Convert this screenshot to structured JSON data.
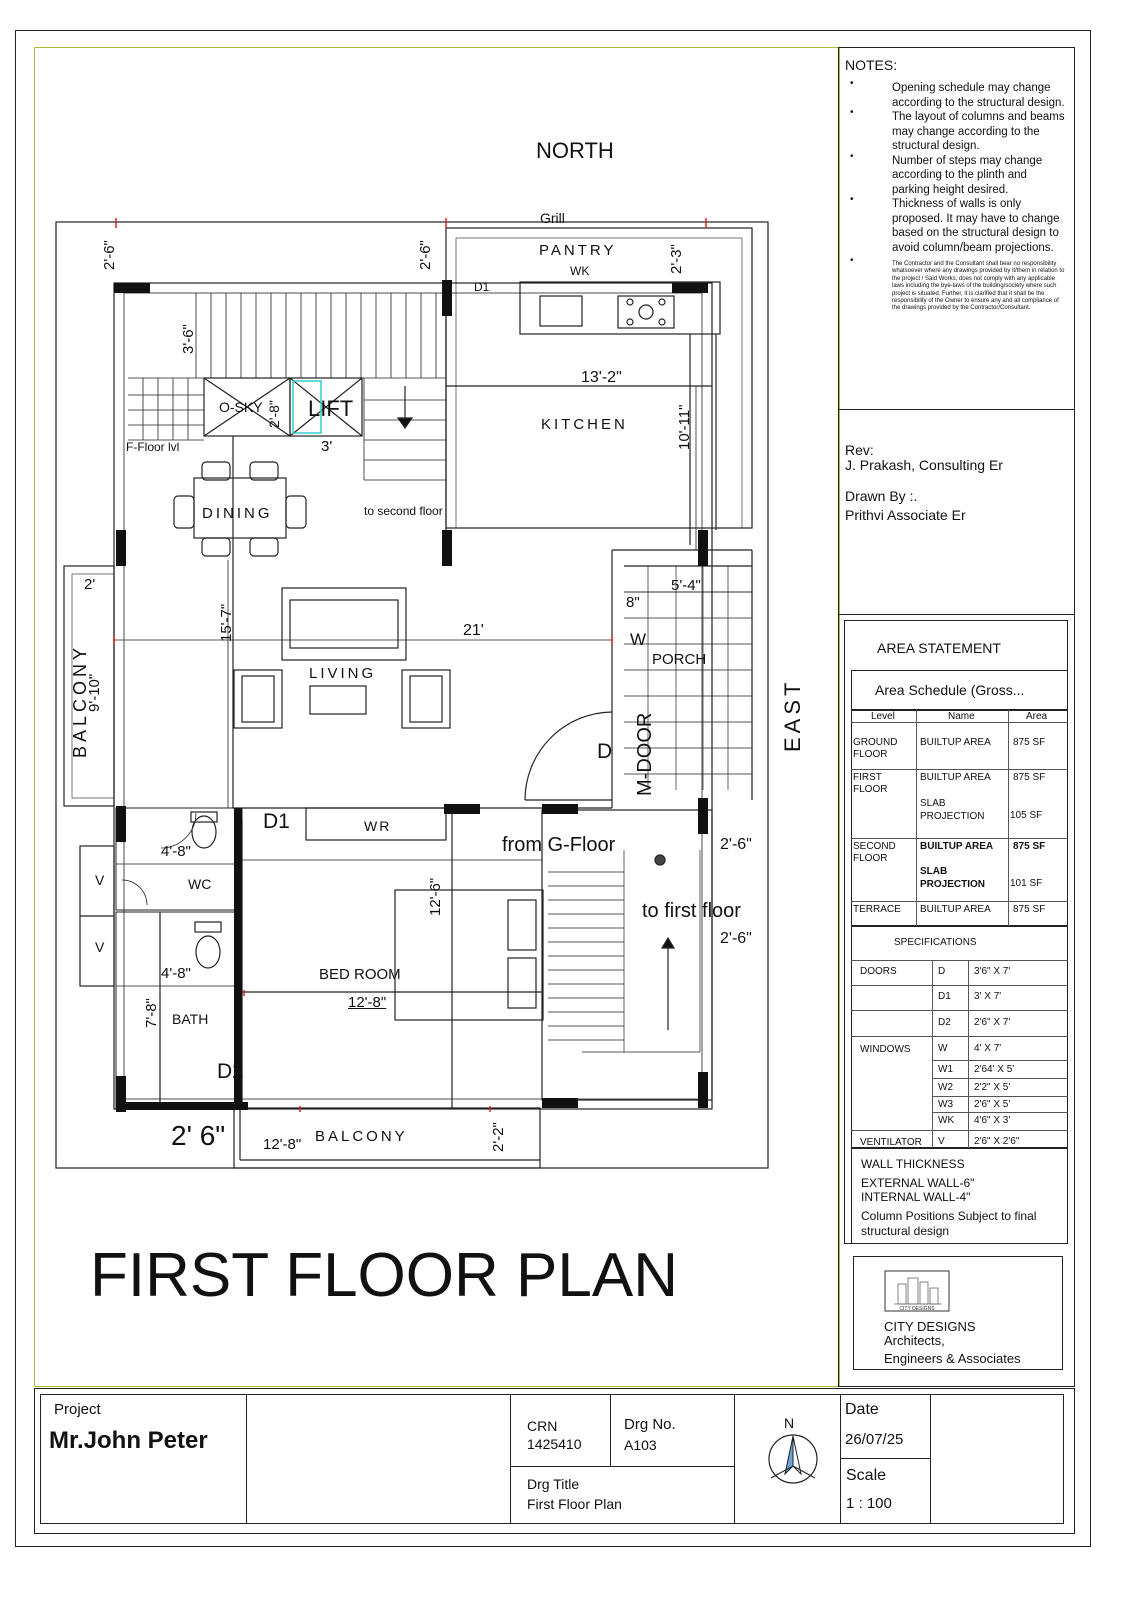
{
  "plan": {
    "north": "NORTH",
    "east": "EAST",
    "title": "FIRST FLOOR PLAN",
    "rooms": {
      "pantry": "PANTRY",
      "wk": "WK",
      "grill": "Grill",
      "kitchen": "KITCHEN",
      "osky": "O-SKY",
      "lift": "LIFT",
      "dining": "DINING",
      "living": "LIVING",
      "porch": "PORCH",
      "mdoor": "M-DOOR",
      "wr": "WR",
      "wc": "WC",
      "bath": "BATH",
      "bedroom": "BED ROOM",
      "balcony_left": "BALCONY",
      "balcony_bottom": "BALCONY"
    },
    "labels": {
      "d1_a": "D1",
      "d1_b": "D1",
      "d2": "D2",
      "d": "D",
      "w": "W",
      "v1": "V",
      "v2": "V",
      "ffloor": "F-Floor lvl",
      "to_second": "to second floor",
      "from_g": "from G-Floor",
      "to_first": "to first floor"
    },
    "dims": {
      "d_2_6_a": "2'-6\"",
      "d_2_6_b": "2'-6\"",
      "d_2_3": "2'-3\"",
      "d_3_6": "3'-6\"",
      "d_13_2": "13'-2\"",
      "d_2_8": "2'-8\"",
      "d_3": "3'",
      "d_10_11": "10'-11\"",
      "d_2": "2'",
      "d_5_4": "5'-4\"",
      "d_8": "8\"",
      "d_15_7": "15'-7\"",
      "d_21": "21'",
      "d_9_10": "9'-10\"",
      "d_4_8_a": "4'-8\"",
      "d_4_8_b": "4'-8\"",
      "d_12_6": "12'-6\"",
      "d_12_8_a": "12'-8\"",
      "d_7_8": "7'-8\"",
      "d_2_6_c": "2'-6\"",
      "d_2_6_d": "2'-6\"",
      "d_2_6_big": "2' 6\"",
      "d_12_8_b": "12'-8\"",
      "d_2_2": "2'-2\""
    }
  },
  "notes": {
    "heading": "NOTES:",
    "items": [
      "Opening schedule may change according to the structural design.",
      "The layout of columns and beams may change according to the structural design.",
      "Number of steps may change according to the plinth and parking height desired.",
      "Thickness of walls is only proposed. It may have to change based on the structural design to avoid column/beam projections."
    ],
    "fine_print": "The Contractor and the Consultant shall bear no responsibility whatsoever where any drawings provided by it/them in relation to the project / Said Works, does not comply with any applicable laws including the bye-laws of the building/society where such project is situated. Further, it is clarified that it shall be the responsibility of the Owner to ensure any and all compliance of the drawings provided by the Contractor/Consultant."
  },
  "rev": {
    "label": "Rev:",
    "value": "J. Prakash, Consulting Er",
    "drawn_label": "Drawn By :.",
    "drawn_value": "Prithvi Associate Er"
  },
  "area": {
    "heading": "AREA STATEMENT",
    "schedule_title": "Area Schedule (Gross...",
    "columns": [
      "Level",
      "Name",
      "Area"
    ],
    "rows": [
      {
        "level": "GROUND FLOOR",
        "names": [
          "BUILTUP AREA"
        ],
        "areas": [
          "875 SF"
        ]
      },
      {
        "level": "FIRST FLOOR",
        "names": [
          "BUILTUP AREA",
          "SLAB PROJECTION"
        ],
        "areas": [
          "875 SF",
          "105 SF"
        ]
      },
      {
        "level": "SECOND FLOOR",
        "names": [
          "BUILTUP AREA",
          "SLAB PROJECTION"
        ],
        "areas": [
          "875 SF",
          "101 SF"
        ]
      },
      {
        "level": "TERRACE",
        "names": [
          "BUILTUP AREA"
        ],
        "areas": [
          "875 SF"
        ]
      }
    ]
  },
  "specs": {
    "heading": "SPECIFICATIONS",
    "doors_label": "DOORS",
    "doors": [
      {
        "code": "D",
        "size": "3'6\" X 7'"
      },
      {
        "code": "D1",
        "size": "3' X 7'"
      },
      {
        "code": "D2",
        "size": "2'6\" X 7'"
      }
    ],
    "windows_label": "WINDOWS",
    "windows": [
      {
        "code": "W",
        "size": "4' X 7'"
      },
      {
        "code": "W1",
        "size": "2'64' X 5'"
      },
      {
        "code": "W2",
        "size": "2'2\" X 5'"
      },
      {
        "code": "W3",
        "size": "2'6\" X 5'"
      },
      {
        "code": "WK",
        "size": "4'6\" X 3'"
      }
    ],
    "vent_label": "VENTILATOR",
    "vent": {
      "code": "V",
      "size": "2'6\" X 2'6\""
    }
  },
  "wall": {
    "heading": "WALL THICKNESS",
    "external": "EXTERNAL WALL-6\"",
    "internal": "INTERNAL WALL-4\"",
    "column_note": "Column Positions Subject to final structural design"
  },
  "logo": {
    "mark_text": "CITY DESIGNS",
    "line1": "CITY DESIGNS",
    "line2": "Architects,",
    "line3": "Engineers & Associates"
  },
  "titleblock": {
    "project_label": "Project",
    "project_name": "Mr.John Peter",
    "crn_label": "CRN",
    "crn_value": "1425410",
    "drg_no_label": "Drg No.",
    "drg_no_value": "A103",
    "drg_title_label": "Drg Title",
    "drg_title_value": "First Floor Plan",
    "north_letter": "N",
    "date_label": "Date",
    "date_value": "26/07/25",
    "scale_label": "Scale",
    "scale_value": "1 : 100"
  }
}
